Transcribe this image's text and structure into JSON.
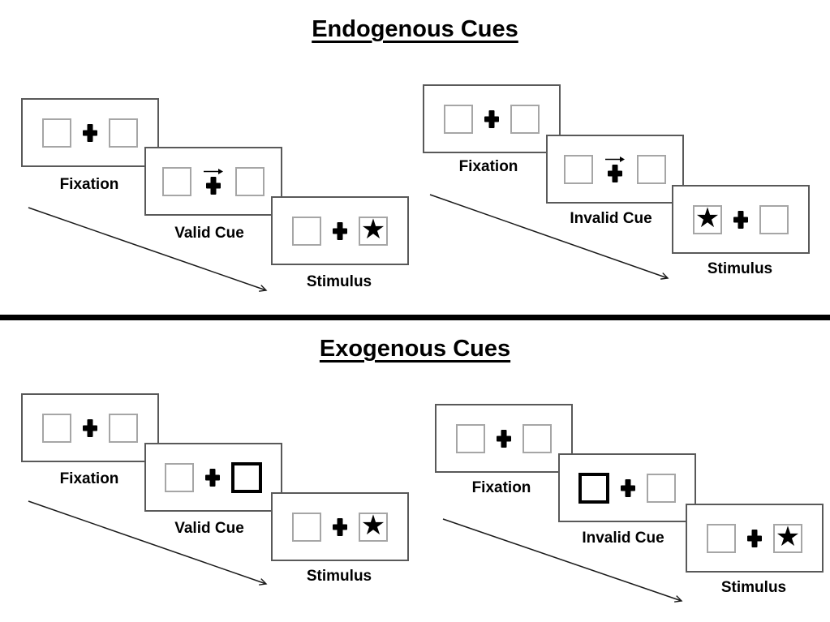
{
  "titles": {
    "endogenous": "Endogenous Cues",
    "exogenous": "Exogenous Cues"
  },
  "glyphs": {
    "star": "★"
  },
  "sequences": [
    {
      "name": "endogenous-valid",
      "fixation_label": "Fixation",
      "cue_label": "Valid Cue",
      "stimulus_label": "Stimulus",
      "cue_type": "arrow-right",
      "stimulus_side": "right"
    },
    {
      "name": "endogenous-invalid",
      "fixation_label": "Fixation",
      "cue_label": "Invalid Cue",
      "stimulus_label": "Stimulus",
      "cue_type": "arrow-right",
      "stimulus_side": "left"
    },
    {
      "name": "exogenous-valid",
      "fixation_label": "Fixation",
      "cue_label": "Valid Cue",
      "stimulus_label": "Stimulus",
      "cue_type": "thick-box-right",
      "stimulus_side": "right"
    },
    {
      "name": "exogenous-invalid",
      "fixation_label": "Fixation",
      "cue_label": "Invalid Cue",
      "stimulus_label": "Stimulus",
      "cue_type": "thick-box-left",
      "stimulus_side": "right"
    }
  ]
}
